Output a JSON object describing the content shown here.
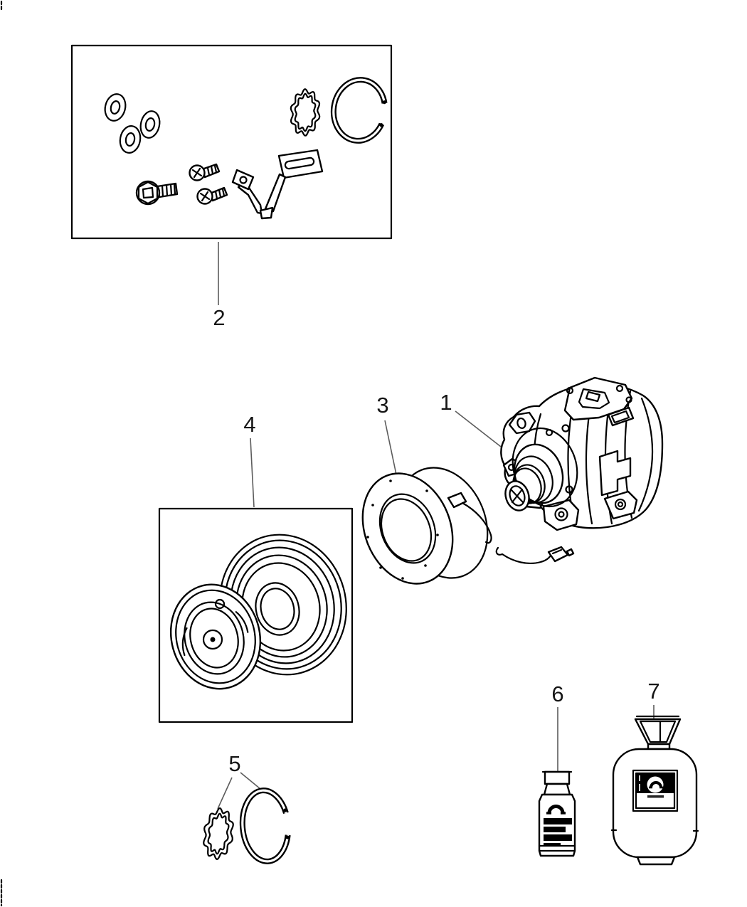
{
  "page": {
    "background": "#ffffff",
    "ink_color": "#000000",
    "leader_line_color": "#5c5c5c"
  },
  "figure": {
    "kind": "exploded-parts-line-drawing",
    "callouts": {
      "c1": {
        "label": "1",
        "part": "compressor"
      },
      "c2": {
        "label": "2",
        "part": "hardware-kit-box"
      },
      "c3": {
        "label": "3",
        "part": "clutch-field-coil"
      },
      "c4": {
        "label": "4",
        "part": "pulley-and-clutch-plate-box"
      },
      "c5": {
        "label": "5",
        "part": "gasket-and-snap-ring"
      },
      "c6": {
        "label": "6",
        "part": "oil-bottle"
      },
      "c7": {
        "label": "7",
        "part": "refrigerant-tank"
      }
    },
    "icons": {
      "bottle_logo": "mopar-m-logo",
      "tank_logo": "mopar-m-logo"
    }
  }
}
